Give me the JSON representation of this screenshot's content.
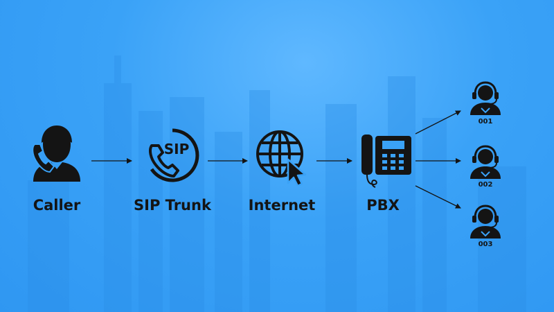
{
  "colors": {
    "background": "#3aa2f7",
    "foreground": "#141414"
  },
  "nodes": [
    {
      "id": "caller",
      "label": "Caller",
      "icon": "caller-headset-phone-icon"
    },
    {
      "id": "sip-trunk",
      "label": "SIP Trunk",
      "icon": "sip-phone-circle-icon",
      "icon_text": "SIP"
    },
    {
      "id": "internet",
      "label": "Internet",
      "icon": "globe-cursor-icon"
    },
    {
      "id": "pbx",
      "label": "PBX",
      "icon": "desk-phone-icon"
    }
  ],
  "agents": [
    {
      "id": "001",
      "label": "001",
      "icon": "agent-headset-icon"
    },
    {
      "id": "002",
      "label": "002",
      "icon": "agent-headset-icon"
    },
    {
      "id": "003",
      "label": "003",
      "icon": "agent-headset-icon"
    }
  ]
}
